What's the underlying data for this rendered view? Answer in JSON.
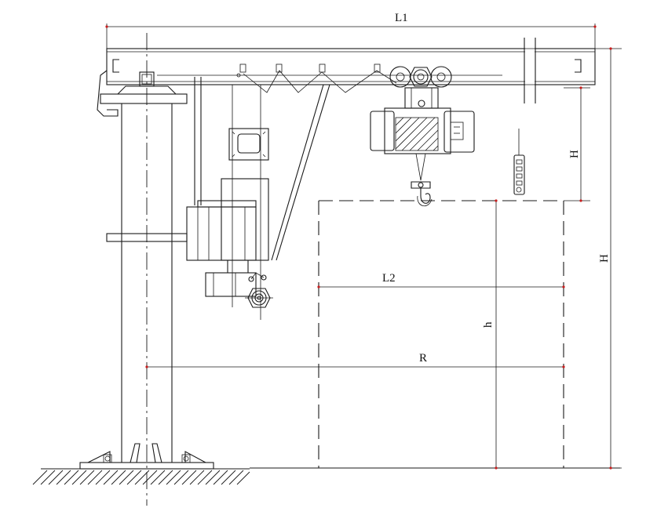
{
  "labels": {
    "l1": "L1",
    "l2": "L2",
    "r": "R",
    "h_upper": "H",
    "h_total": "H",
    "h_lower": "h"
  },
  "colors": {
    "line": "#1a1a1a",
    "arrow": "#c81e1e",
    "background": "#ffffff"
  }
}
